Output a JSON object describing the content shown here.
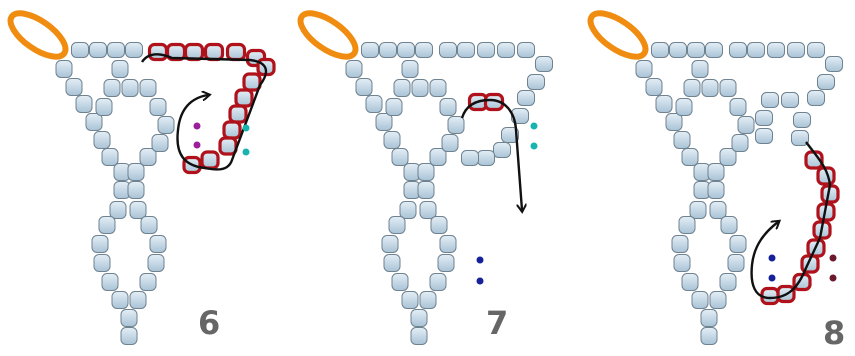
{
  "steps": [
    {
      "number": "6",
      "loop": "orange-jump-ring",
      "highlight": "red-outlined-beads",
      "path": "black-arrow",
      "dots": [
        "purple",
        "teal"
      ]
    },
    {
      "number": "7",
      "loop": "orange-jump-ring",
      "highlight": "red-outlined-beads",
      "path": "black-arrow",
      "dots": [
        "teal",
        "navy"
      ]
    },
    {
      "number": "8",
      "loop": "orange-jump-ring",
      "highlight": "red-outlined-beads",
      "path": "black-arrow",
      "dots": [
        "navy",
        "dark-maroon"
      ]
    }
  ],
  "colors": {
    "bead_fill": "#c7dcea",
    "bead_stroke": "#6f8290",
    "highlight": "#b0121b",
    "ring": "#f08c10",
    "arrow": "#111111",
    "dot_purple": "#9b1f9b",
    "dot_teal": "#17b3ae",
    "dot_navy": "#16209a",
    "dot_maroon": "#6b1a2e",
    "number_color": "#666666"
  }
}
